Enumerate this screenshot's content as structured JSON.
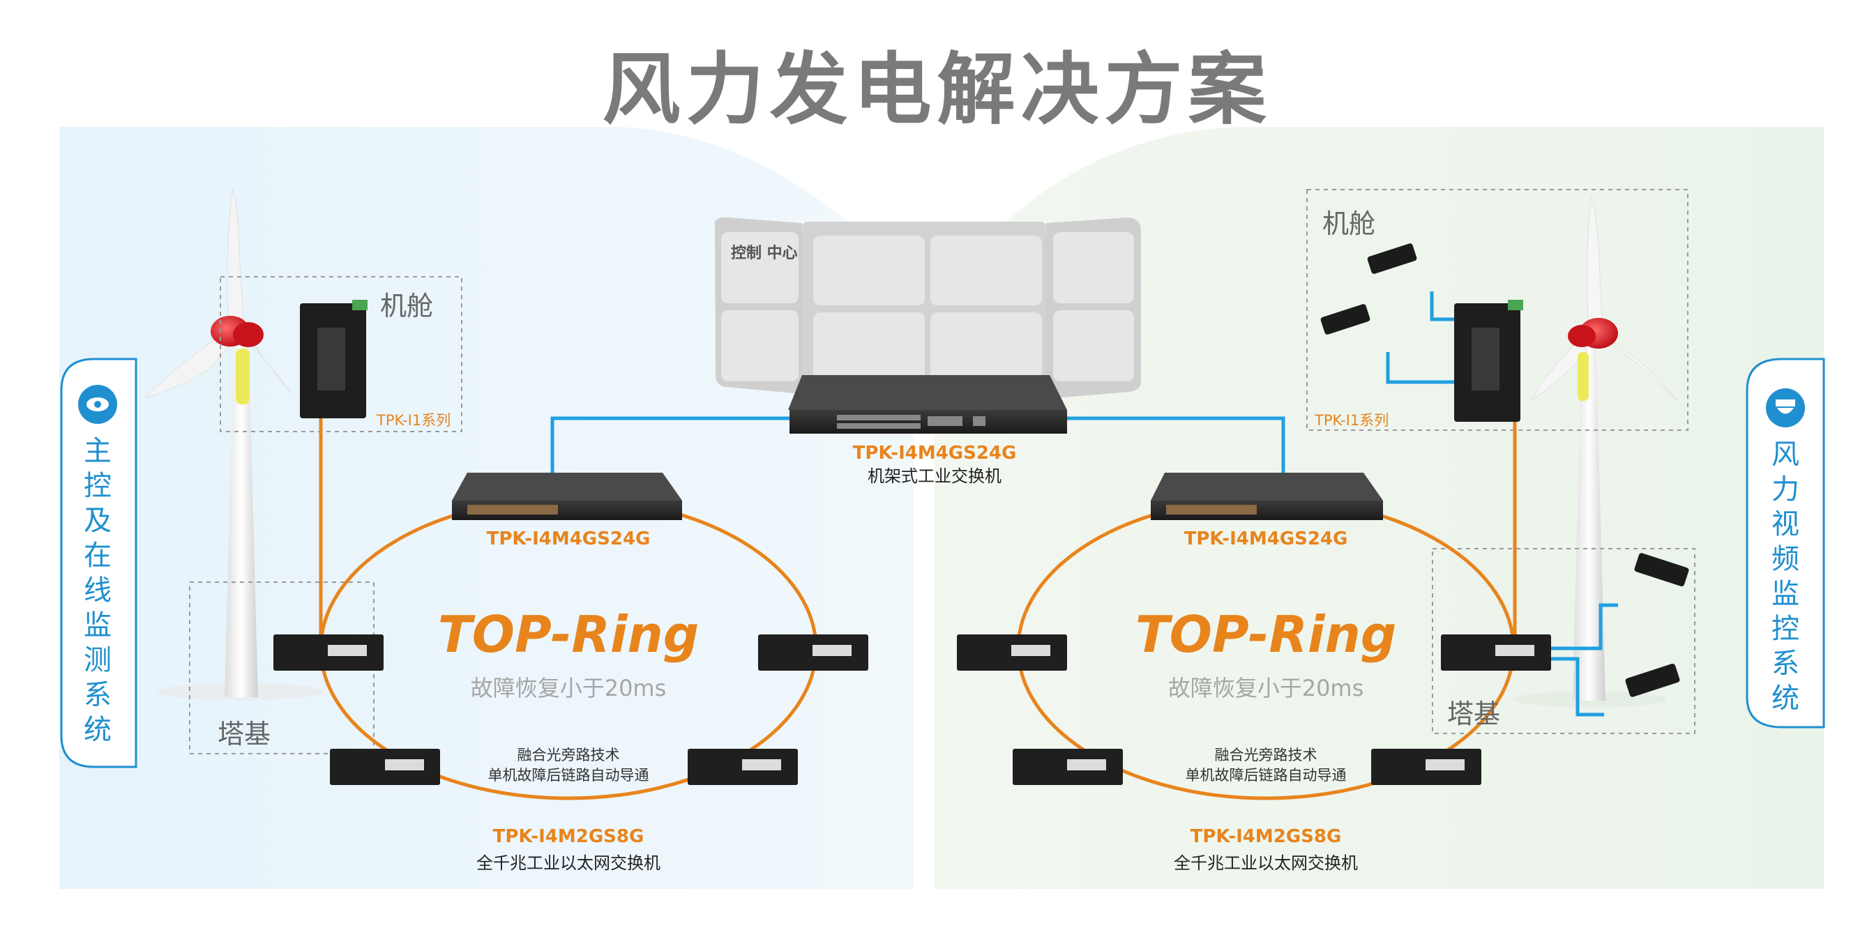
{
  "title": "风力发电解决方案",
  "colors": {
    "fiber": "#e8841c",
    "copper": "#1fa0e0",
    "title": "#7a7a7a",
    "side": "#1f8fd0"
  },
  "control_center": {
    "label": "控制 中心"
  },
  "core_switch": {
    "model": "TPK-I4M4GS24G",
    "desc": "机架式工业交换机"
  },
  "left": {
    "agg_model": "TPK-I4M4GS24G",
    "ring_title": "TOP-Ring",
    "ring_sub": "故障恢复小于20ms",
    "feature_1": "融合光旁路技术",
    "feature_2": "单机故障后链路自动导通",
    "access_model": "TPK-I4M2GS8G",
    "access_desc": "全千兆工业以太网交换机",
    "nacelle": "机舱",
    "nacelle_series": "TPK-I1系列",
    "tower_base": "塔基",
    "side_panel": {
      "icon": "eye-icon",
      "text": [
        "主",
        "控",
        "及",
        "在",
        "线",
        "监",
        "测",
        "系",
        "统"
      ]
    }
  },
  "right": {
    "agg_model": "TPK-I4M4GS24G",
    "ring_title": "TOP-Ring",
    "ring_sub": "故障恢复小于20ms",
    "feature_1": "融合光旁路技术",
    "feature_2": "单机故障后链路自动导通",
    "access_model": "TPK-I4M2GS8G",
    "access_desc": "全千兆工业以太网交换机",
    "nacelle": "机舱",
    "nacelle_series": "TPK-I1系列",
    "tower_base": "塔基",
    "side_panel": {
      "icon": "camera-icon",
      "text": [
        "风",
        "力",
        "视",
        "频",
        "监",
        "控",
        "系",
        "统"
      ]
    }
  }
}
